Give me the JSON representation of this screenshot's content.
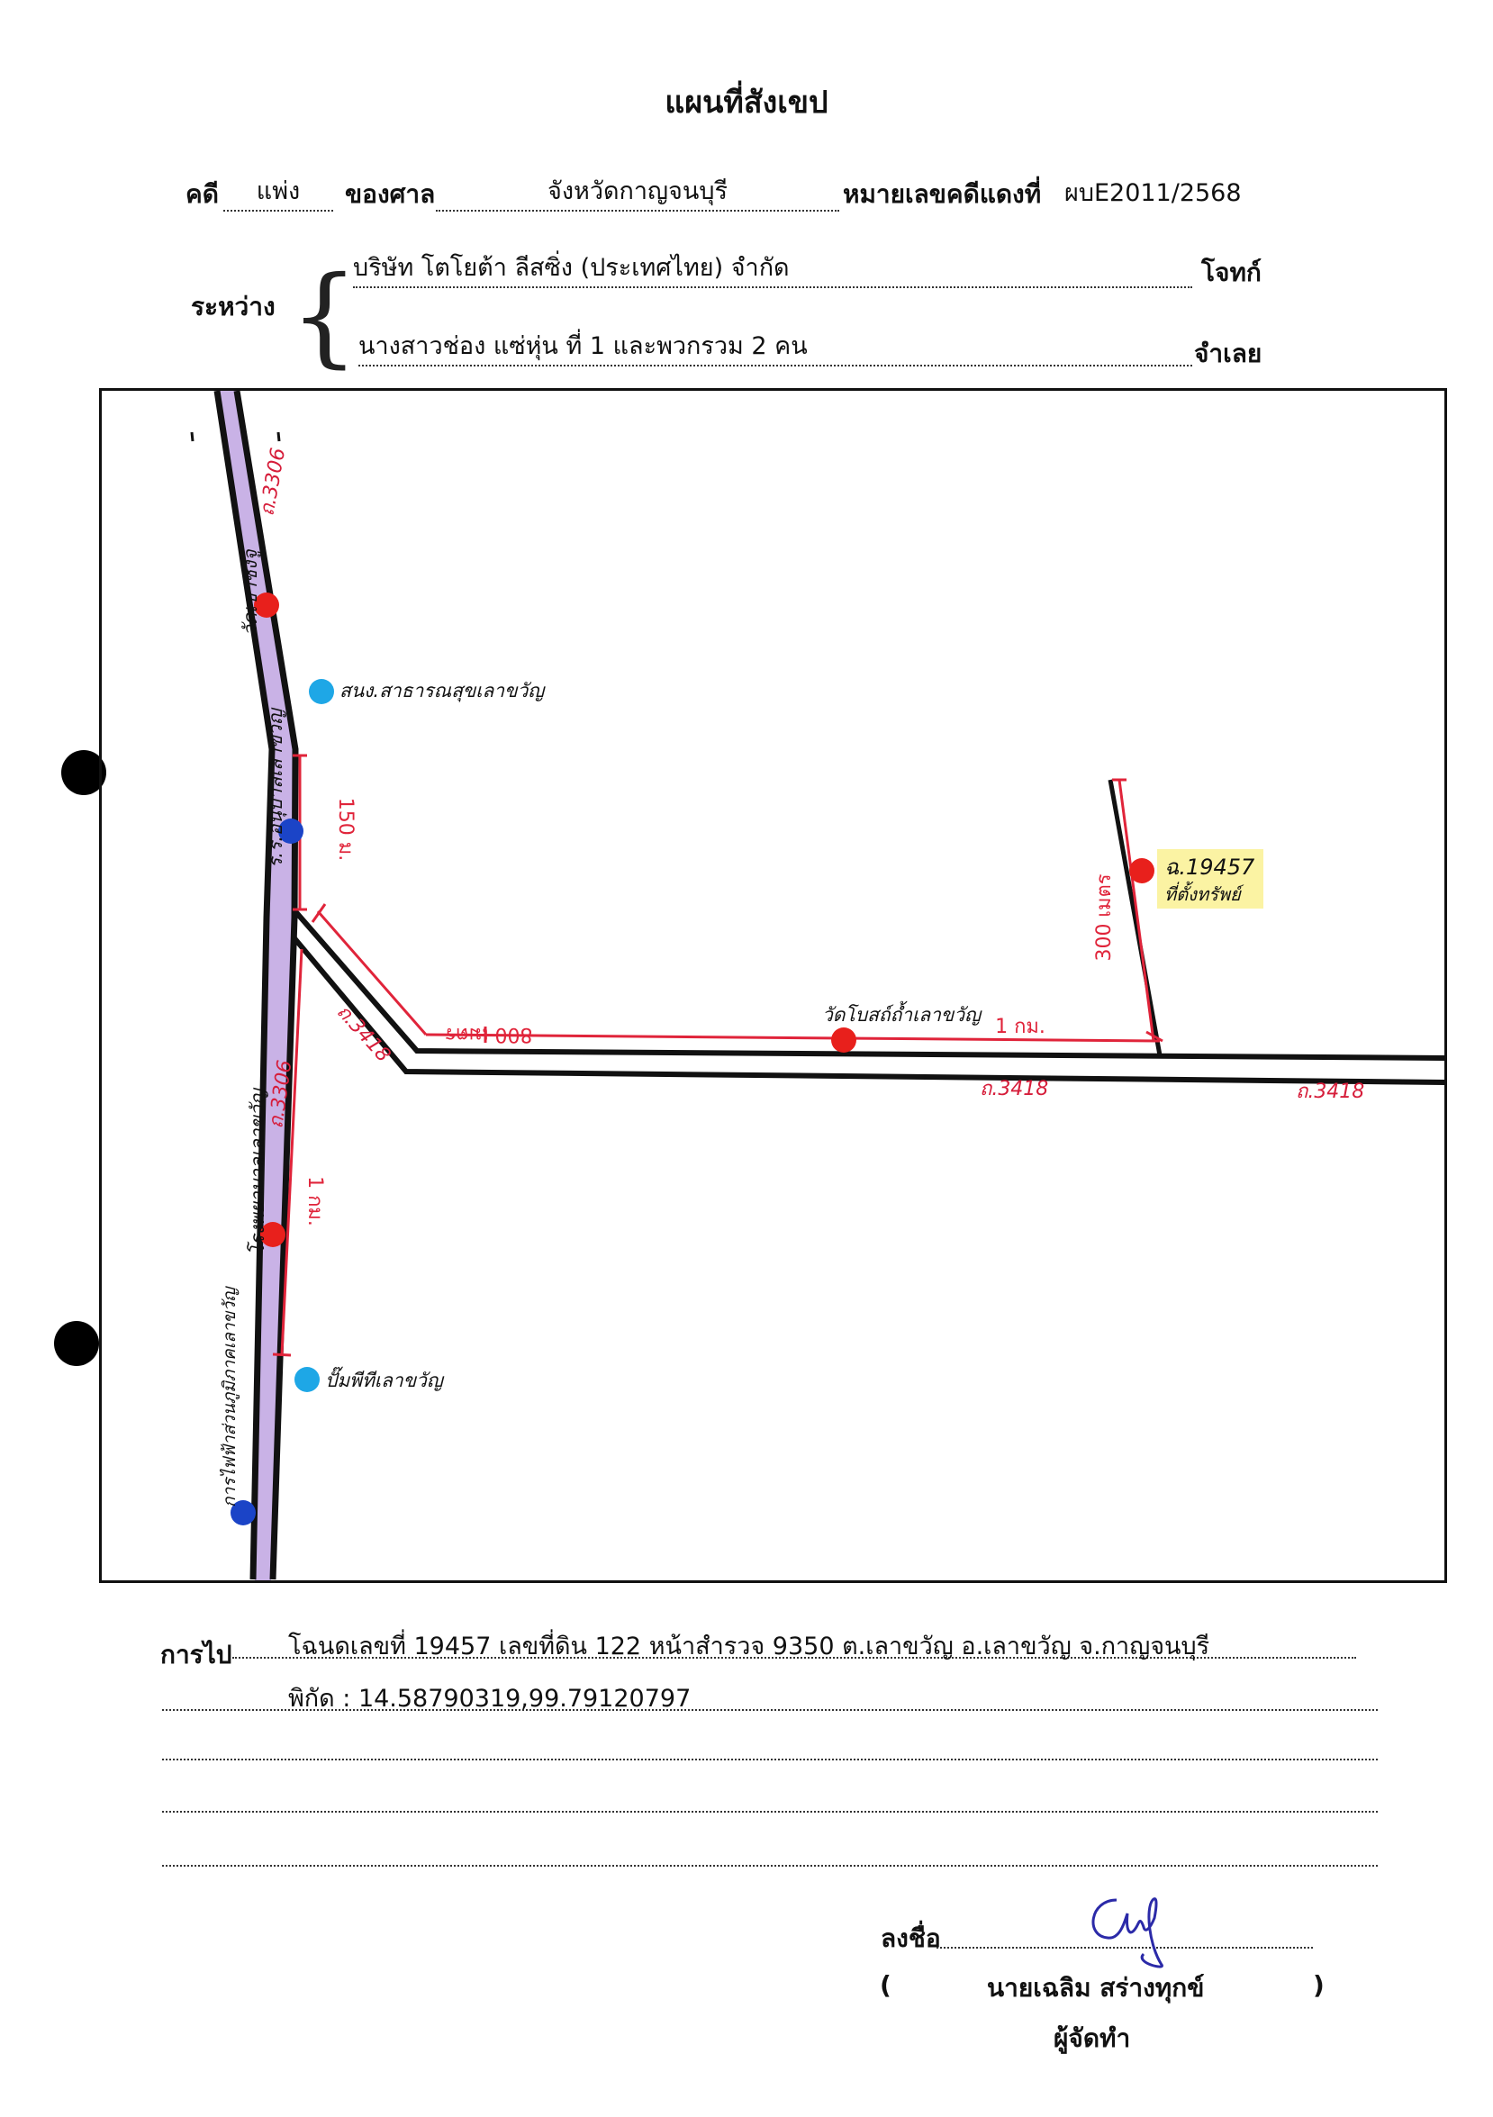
{
  "title": "แผนที่สังเขป",
  "case": {
    "type_label": "คดี",
    "type_value": "แพ่ง",
    "court_label": "ของศาล",
    "court_value": "จังหวัดกาญจนบุรี",
    "red_no_label": "หมายเลขคดีแดงที่",
    "red_no_value": "ผบE2011/2568"
  },
  "parties": {
    "between_label": "ระหว่าง",
    "plaintiff_value": "บริษัท โตโยต้า ลีสซิ่ง (ประเทศไทย) จำกัด",
    "plaintiff_label": "โจทก์",
    "defendant_value": "นางสาวช่อง แซ่หุ่น ที่ 1 และพวกรวม 2 คน",
    "defendant_label": "จำเลย"
  },
  "map": {
    "road_main_top": "ถ.3306",
    "road_main_bottom": "ถ.3306",
    "road_branch_diag": "ถ.3418",
    "road_branch_mid": "ถ.3418",
    "road_branch_end": "ถ.3418",
    "dist_150": "150 ม.",
    "dist_1km_vertical": "1 กม.",
    "dist_800": "800 เมตร",
    "dist_1km_horizontal": "1 กม.",
    "dist_300": "300 เมตร",
    "target_line1": "ฉ.19457",
    "target_line2": "ที่ตั้งทรัพย์",
    "landmarks": {
      "temple_khao": "วัดเขาชงจู",
      "school_top": "สนง.สาธารณสุขเลาขวัญ",
      "school_left": "ร.ร.อนุบาลเลาขวัญ",
      "temple_mid": "วัดโบสถ์ถ้ำเลาขวัญ",
      "hospital": "โรงพยาบาลเลาขวัญ",
      "gas": "ปั๊มพีทีเลาขวัญ",
      "electric": "การไฟฟ้าส่วนภูมิภาคเลาขวัญ"
    },
    "colors": {
      "main_road_fill": "#c9b2e6",
      "measure_red": "#e0243a",
      "dot_red": "#e8201c",
      "dot_light_blue": "#1ea7e6",
      "dot_dark_blue": "#1b44c7",
      "highlight": "#fbf3a3"
    }
  },
  "directions": {
    "label": "การไป",
    "line1": "โฉนดเลขที่ 19457 เลขที่ดิน 122 หน้าสำรวจ 9350 ต.เลาขวัญ อ.เลาขวัญ จ.กาญจนบุรี",
    "line2": "พิกัด : 14.58790319,99.79120797"
  },
  "signature": {
    "sign_label": "ลงชื่อ",
    "open_paren": "(",
    "name": "นายเฉลิม  สร่างทุกข์",
    "close_paren": ")",
    "role": "ผู้จัดทำ"
  }
}
